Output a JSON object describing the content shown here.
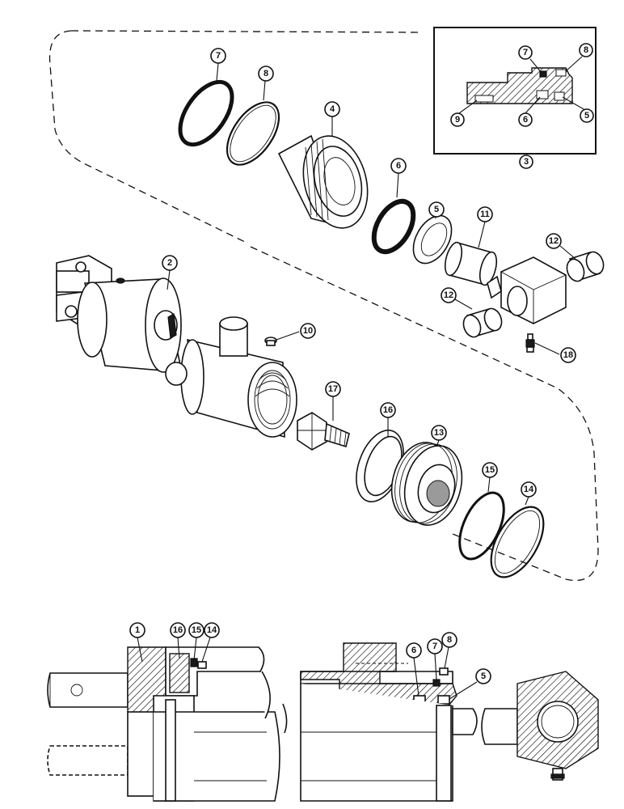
{
  "figure": {
    "type": "exploded-parts-diagram",
    "subject": "hydraulic-cylinder"
  },
  "inset": {
    "reference_number": "3",
    "callouts": [
      "7",
      "8",
      "9",
      "6",
      "5"
    ]
  },
  "exploded_view": {
    "callouts": [
      {
        "id": "c7",
        "label": "7"
      },
      {
        "id": "c8",
        "label": "8"
      },
      {
        "id": "c4",
        "label": "4"
      },
      {
        "id": "c6",
        "label": "6"
      },
      {
        "id": "c5",
        "label": "5"
      },
      {
        "id": "c11",
        "label": "11"
      },
      {
        "id": "c12a",
        "label": "12"
      },
      {
        "id": "c12b",
        "label": "12"
      },
      {
        "id": "c2",
        "label": "2"
      },
      {
        "id": "c10",
        "label": "10"
      },
      {
        "id": "c18",
        "label": "18"
      },
      {
        "id": "c17",
        "label": "17"
      },
      {
        "id": "c16",
        "label": "16"
      },
      {
        "id": "c13",
        "label": "13"
      },
      {
        "id": "c15",
        "label": "15"
      },
      {
        "id": "c14",
        "label": "14"
      }
    ]
  },
  "section_view": {
    "callouts": [
      {
        "id": "s1",
        "label": "1"
      },
      {
        "id": "s16",
        "label": "16"
      },
      {
        "id": "s15",
        "label": "15"
      },
      {
        "id": "s14",
        "label": "14"
      },
      {
        "id": "s6",
        "label": "6"
      },
      {
        "id": "s7",
        "label": "7"
      },
      {
        "id": "s8",
        "label": "8"
      },
      {
        "id": "s5",
        "label": "5"
      }
    ]
  }
}
